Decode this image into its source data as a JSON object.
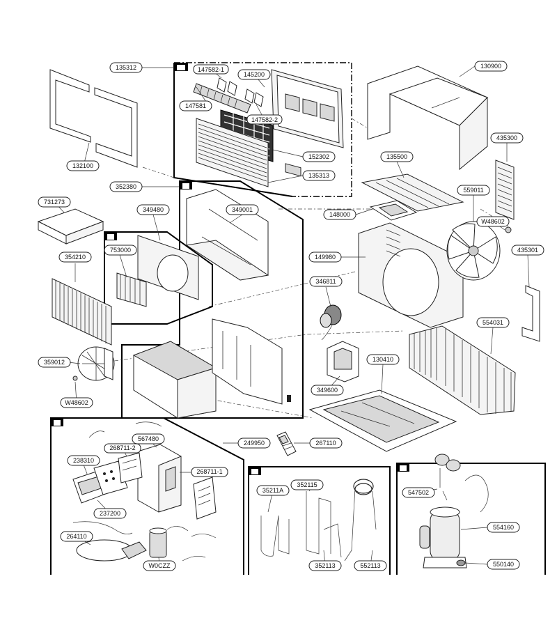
{
  "parts": [
    "135312",
    "147582-1",
    "145200",
    "130900",
    "147581",
    "147582-2",
    "152302",
    "135313",
    "132100",
    "435300",
    "352380",
    "135500",
    "559011",
    "731273",
    "349480",
    "349001",
    "148000",
    "W48602",
    "753000",
    "435301",
    "149980",
    "354210",
    "346811",
    "554031",
    "130410",
    "359012",
    "349600",
    "W48602",
    "567480",
    "268711-2",
    "249950",
    "267110",
    "238310",
    "268711-1",
    "547502",
    "352115",
    "35211A",
    "237200",
    "554160",
    "264110",
    "W0CZZ",
    "352113",
    "552113",
    "550140"
  ]
}
